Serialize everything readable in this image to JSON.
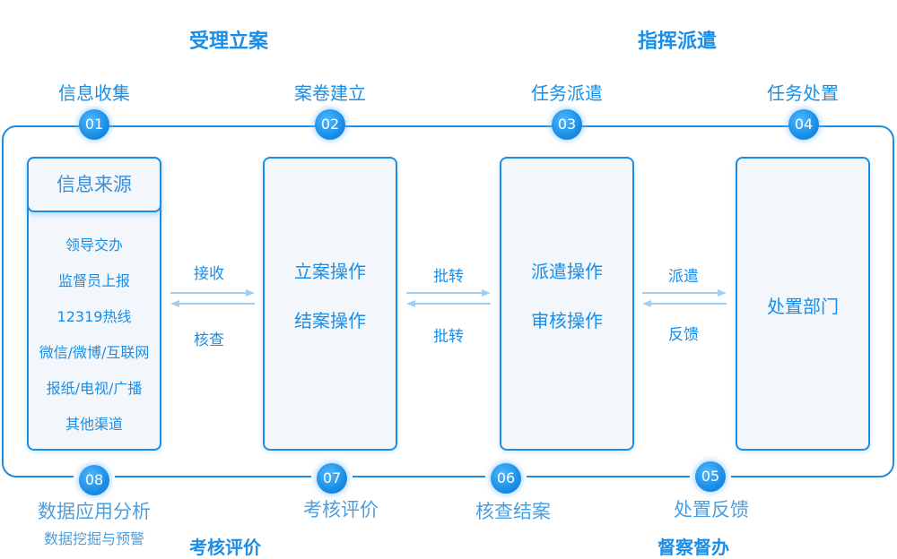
{
  "phases_top": [
    "受理立案",
    "指挥派遣"
  ],
  "phases_bottom": [
    "考核评价",
    "督察督办"
  ],
  "steps": [
    {
      "num": "01",
      "label": "信息收集"
    },
    {
      "num": "02",
      "label": "案卷建立"
    },
    {
      "num": "03",
      "label": "任务派遣"
    },
    {
      "num": "04",
      "label": "任务处置"
    },
    {
      "num": "05",
      "label": "处置反馈"
    },
    {
      "num": "06",
      "label": "核查结案"
    },
    {
      "num": "07",
      "label": "考核评价"
    },
    {
      "num": "08",
      "label": "数据应用分析",
      "sub": "数据挖掘与预警"
    }
  ],
  "sources": {
    "title": "信息来源",
    "items": [
      "领导交办",
      "监督员上报",
      "12319热线",
      "微信/微博/互联网",
      "报纸/电视/广播",
      "其他渠道"
    ]
  },
  "boxes": [
    {
      "lines": [
        "立案操作",
        "结案操作"
      ]
    },
    {
      "lines": [
        "派遣操作",
        "审核操作"
      ]
    },
    {
      "lines": [
        "处置部门"
      ]
    }
  ],
  "arrows": [
    {
      "top": "接收",
      "bottom": "核查"
    },
    {
      "top": "批转",
      "bottom": "批转"
    },
    {
      "top": "派遣",
      "bottom": "反馈"
    }
  ],
  "colors": {
    "accent": "#1a8ee6",
    "box_fill": "#f3f7fc",
    "arrow": "#9fcff5"
  }
}
